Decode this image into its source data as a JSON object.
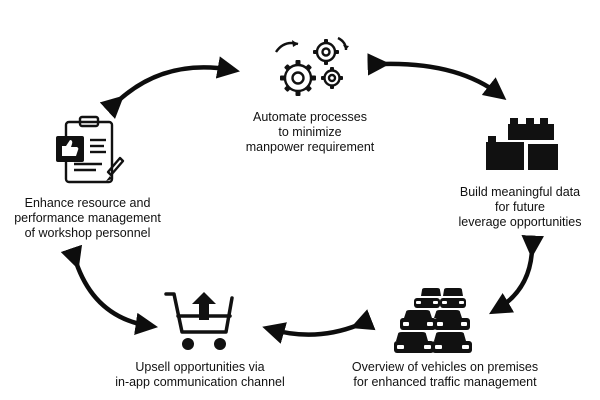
{
  "nodes": [
    {
      "id": "automate",
      "icon": "gears-icon",
      "lines": [
        "Automate processes",
        "to minimize",
        "manpower requirement"
      ]
    },
    {
      "id": "build",
      "icon": "blocks-icon",
      "lines": [
        "Build meaningful data",
        "for future",
        "leverage opportunities"
      ]
    },
    {
      "id": "overview",
      "icon": "parked-cars-icon",
      "lines": [
        "Overview of vehicles on premises",
        "for enhanced traffic management"
      ]
    },
    {
      "id": "upsell",
      "icon": "shopping-cart-upload-icon",
      "lines": [
        "Upsell opportunities via",
        "in-app communication channel"
      ]
    },
    {
      "id": "enhance",
      "icon": "clipboard-thumbs-up-icon",
      "lines": [
        "Enhance resource and",
        "performance management",
        "of workshop personnel"
      ]
    }
  ],
  "colors": {
    "ink": "#111111",
    "arrow": "#0d0d0d"
  }
}
